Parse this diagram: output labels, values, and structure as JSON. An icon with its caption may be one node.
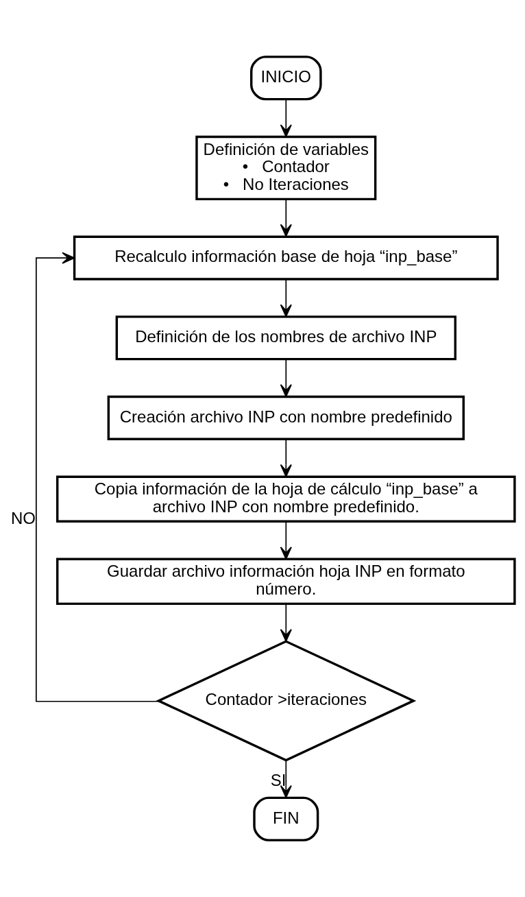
{
  "diagram": {
    "nodes": [
      {
        "text": [
          "INICIO"
        ]
      },
      {
        "text": [
          "Definición de variables",
          "•   Contador",
          "•   No Iteraciones"
        ]
      },
      {
        "text": [
          "Recalculo información base de hoja “inp_base”"
        ]
      },
      {
        "text": [
          "Definición de los nombres de archivo INP"
        ]
      },
      {
        "text": [
          "Creación archivo INP con nombre predefinido"
        ]
      },
      {
        "text": [
          "Copia información de la hoja de cálculo “inp_base” a archivo INP con nombre predefinido."
        ]
      },
      {
        "text": [
          "Guardar archivo información hoja INP en formato número."
        ]
      },
      {
        "text": [
          "Contador >iteraciones"
        ]
      },
      {
        "text": [
          "FIN"
        ]
      }
    ],
    "edges": [
      {
        "from": 0,
        "to": 1,
        "arrow": "to"
      },
      {
        "from": 1,
        "to": 2,
        "arrow": "to"
      },
      {
        "from": 2,
        "to": 3,
        "arrow": "to"
      },
      {
        "from": 3,
        "to": 4,
        "arrow": "to"
      },
      {
        "from": 4,
        "to": 5,
        "arrow": "to"
      },
      {
        "from": 5,
        "to": 6,
        "arrow": "to"
      },
      {
        "from": 6,
        "to": 7,
        "arrow": "to"
      },
      {
        "from": 7,
        "to": 2,
        "arrow": "to",
        "label": "NO"
      },
      {
        "from": 7,
        "to": 8,
        "arrow": "to",
        "label": "SI"
      }
    ]
  }
}
